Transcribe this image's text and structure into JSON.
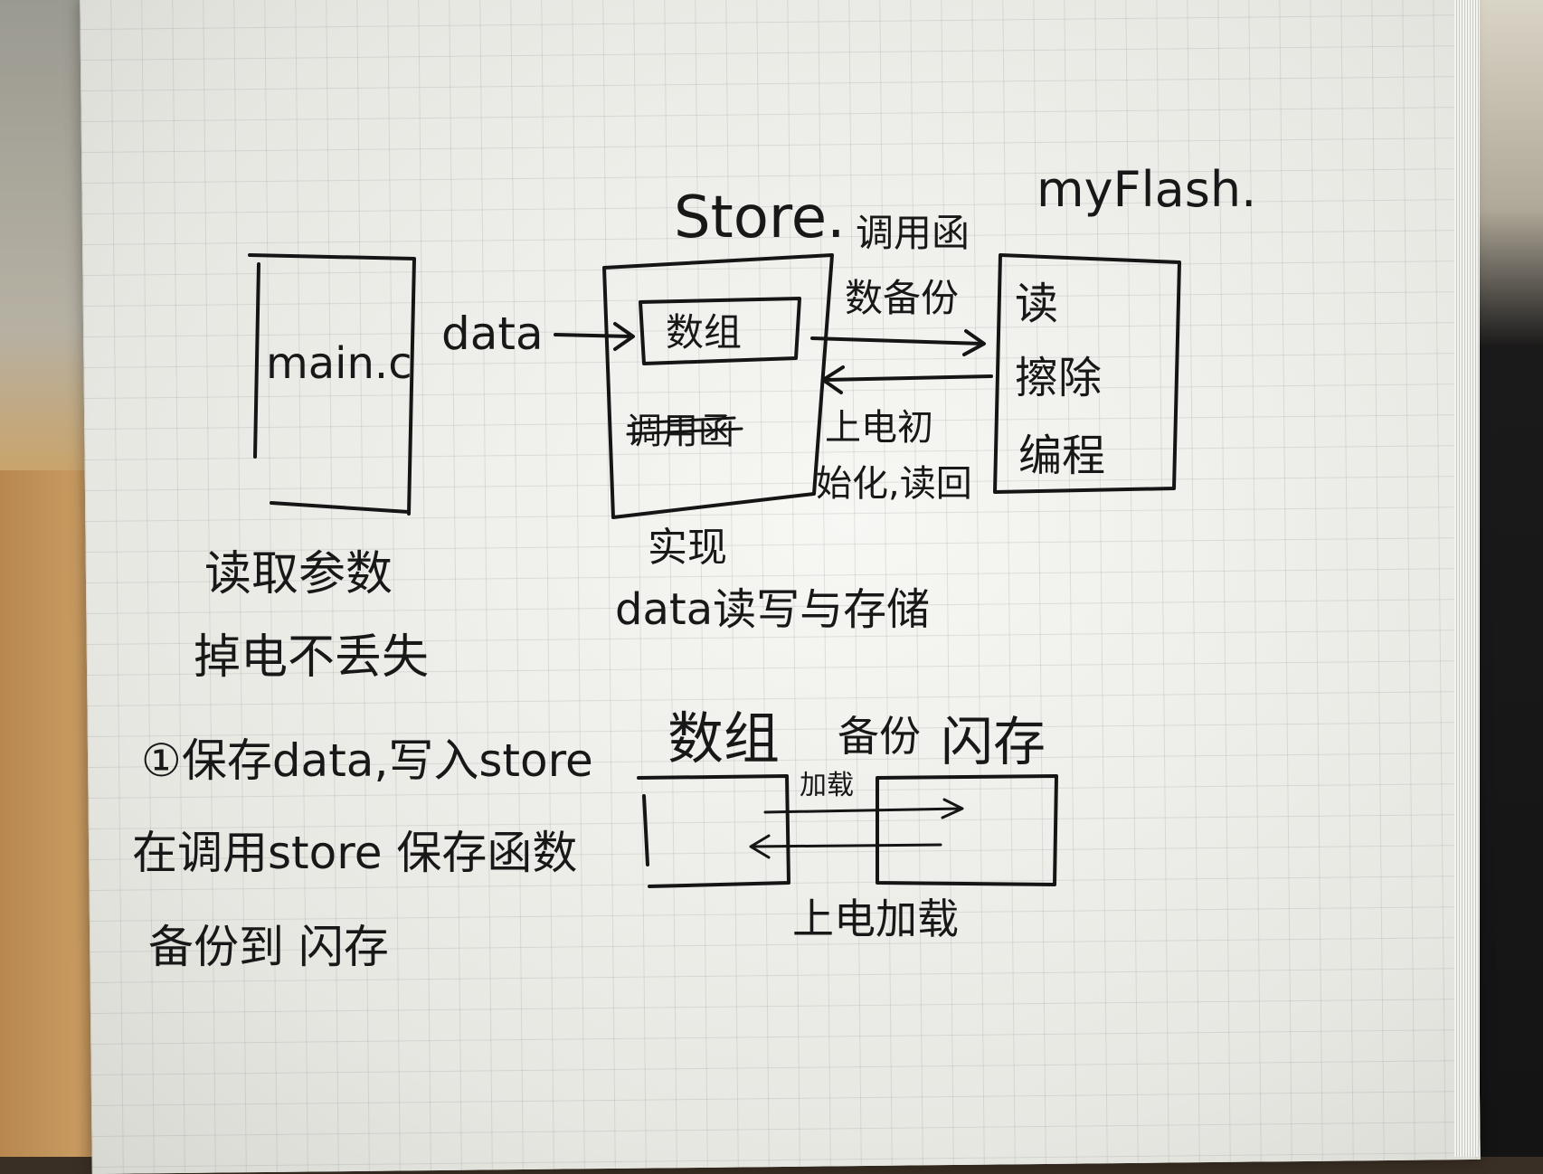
{
  "boxes": {
    "main": "main.c",
    "store_title": "Store.",
    "store_array": "数组",
    "store_call": "调用函",
    "myflash_title": "myFlash.",
    "myflash_line1": "读",
    "myflash_line2": "擦除",
    "myflash_line3": "编程"
  },
  "arrows": {
    "data": "data",
    "backup_line1": "调用函",
    "backup_line2": "数备份",
    "init_line1": "上电初",
    "init_line2": "始化,读回"
  },
  "notes": {
    "main_line1": "读取参数",
    "main_line2": "掉电不丢失",
    "store_line1": "实现",
    "store_line2": "data读写与存储"
  },
  "steps": {
    "step1": "①保存data,写入store",
    "step2_line1": "在调用store 保存函数",
    "step2_line2": "备份到 闪存"
  },
  "bottom_diagram": {
    "label_array": "数组",
    "label_backup": "备份",
    "label_flash": "闪存",
    "label_load_top": "加载",
    "label_power_on": "上电加载"
  }
}
